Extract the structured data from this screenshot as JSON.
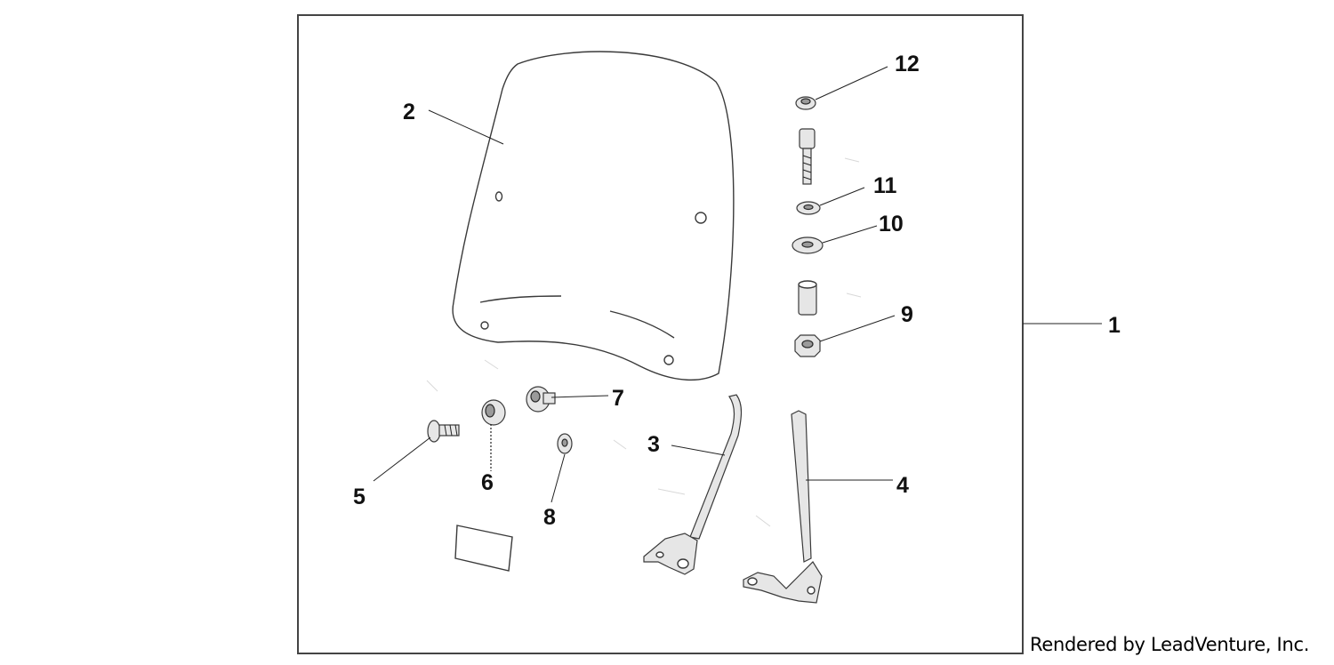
{
  "callouts": {
    "c1": "1",
    "c2": "2",
    "c3": "3",
    "c4": "4",
    "c5": "5",
    "c6": "6",
    "c7": "7",
    "c8": "8",
    "c9": "9",
    "c10": "10",
    "c11": "11",
    "c12": "12"
  },
  "credit": "Rendered by LeadVenture, Inc."
}
